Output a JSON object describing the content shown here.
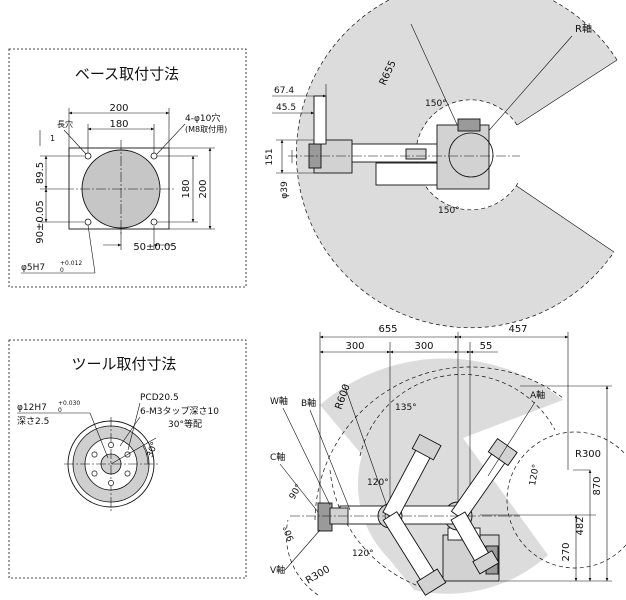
{
  "base_panel": {
    "title": "ベース取付寸法",
    "dims": {
      "w200": "200",
      "w180": "180",
      "h180": "180",
      "h200": "200",
      "h895": "89.5",
      "h90": "90±0.05",
      "w50": "50±0.05"
    },
    "notes": {
      "long_hole": "長穴",
      "holes": "4-φ10穴",
      "m8": "(M8取付用)",
      "pin": "φ5H7",
      "pin_tol_top": "+0.012",
      "pin_tol_bottom": "0"
    }
  },
  "tool_panel": {
    "title": "ツール取付寸法",
    "notes": {
      "bore": "φ12H7",
      "bore_tol_top": "+0.030",
      "bore_tol_bottom": "0",
      "depth": "深さ2.5",
      "pcd": "PCD20.5",
      "tap": "6-M3タップ深さ10",
      "pitch": "30°等配",
      "angle": "30°"
    }
  },
  "top_view": {
    "r_axis": "R軸",
    "r655": "R655",
    "a150_top": "150°",
    "a150_bottom": "150°",
    "d674": "67.4",
    "d455": "45.5",
    "d151": "151",
    "d39": "φ39"
  },
  "side_view": {
    "d655": "655",
    "d457": "457",
    "d300a": "300",
    "d300b": "300",
    "d55": "55",
    "r600": "R600",
    "a135": "135°",
    "w_axis": "W軸",
    "b_axis": "B軸",
    "a_axis": "A軸",
    "c_axis": "C軸",
    "v_axis": "V軸",
    "a120a": "120°",
    "a120b": "120°",
    "a120c": "120°",
    "a90a": "90°",
    "a90b": "90°",
    "r300a": "R300",
    "r300b": "R300",
    "d870": "870",
    "d482": "482",
    "d270": "270"
  }
}
